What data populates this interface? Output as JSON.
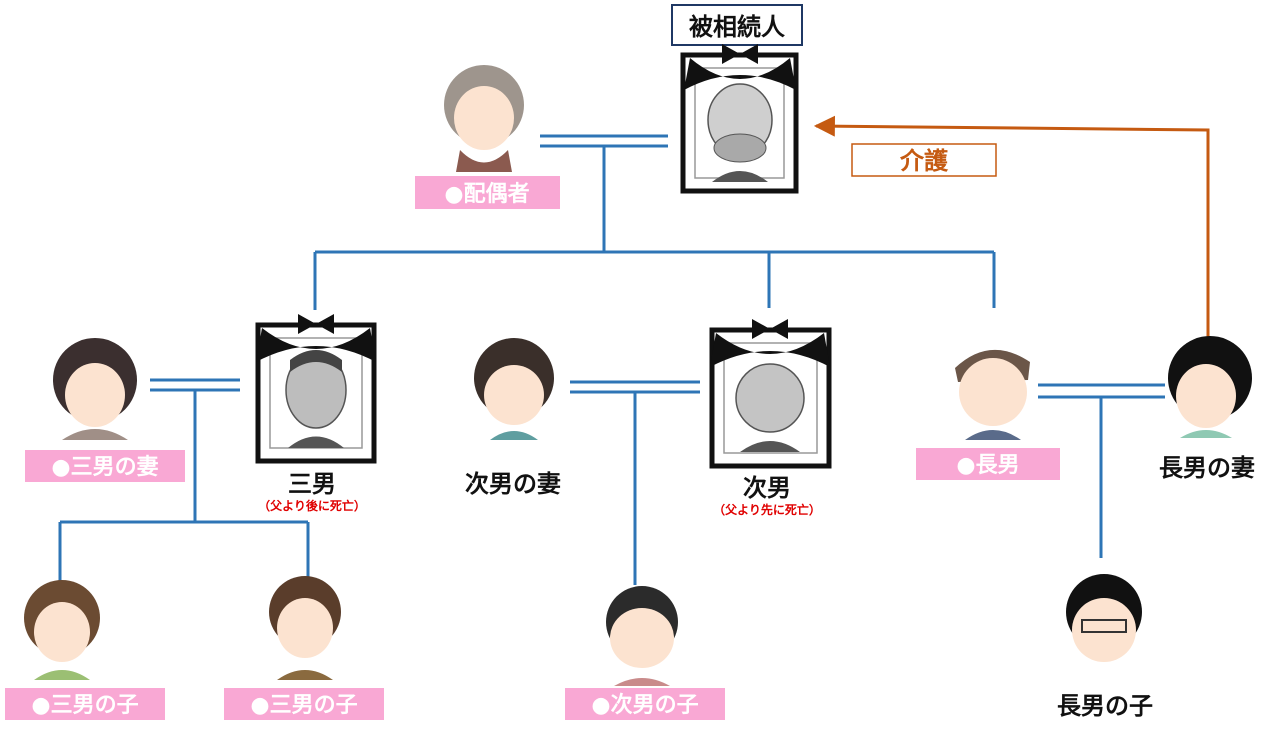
{
  "diagram": {
    "deceased_label": "被相続人",
    "care_label": "介護",
    "spouse_label": "●配偶者",
    "son3_label": "三男",
    "son3_note": "（父より後に死亡）",
    "son3_wife_label": "●三男の妻",
    "son3_child1_label": "●三男の子",
    "son3_child2_label": "●三男の子",
    "son2_label": "次男",
    "son2_note": "（父より先に死亡）",
    "son2_wife_label": "次男の妻",
    "son2_child_label": "●次男の子",
    "son1_label": "●長男",
    "son1_wife_label": "長男の妻",
    "son1_child_label": "長男の子"
  },
  "colors": {
    "line": "#2e75b6",
    "pink": "#f9a8d4",
    "care": "#c55a11",
    "note_red": "#e00000",
    "frame": "#111111",
    "title_border": "#1f3864"
  }
}
